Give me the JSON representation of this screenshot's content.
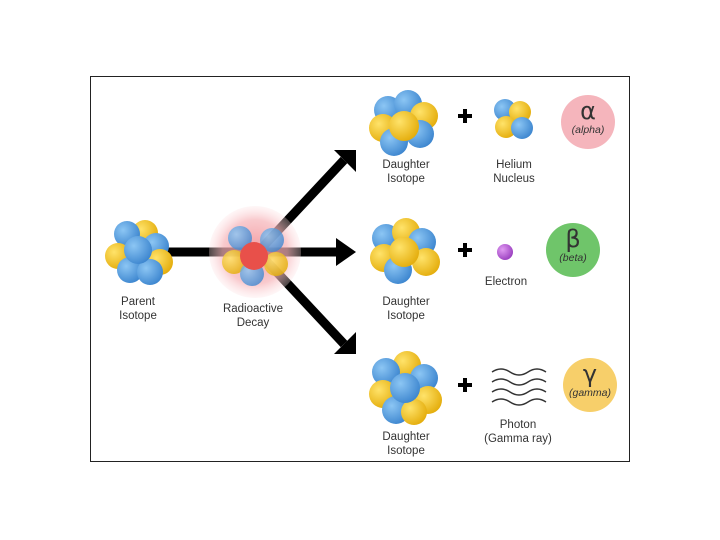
{
  "labels": {
    "parent": "Parent\nIsotope",
    "decay": "Radioactive\nDecay",
    "daughter": "Daughter\nIsotope",
    "helium": "Helium\nNucleus",
    "electron": "Electron",
    "photon": "Photon\n(Gamma ray)"
  },
  "symbols": {
    "alpha": {
      "glyph": "α",
      "name": "(alpha)",
      "color": "#f5b5bc"
    },
    "beta": {
      "glyph": "β",
      "name": "(beta)",
      "color": "#6fc56a"
    },
    "gamma": {
      "glyph": "γ",
      "name": "(gamma)",
      "color": "#f7cf6a"
    }
  },
  "colors": {
    "proton": "#f2c218",
    "neutron": "#5aa6e4",
    "electron": "#b04fd0",
    "arrow": "#000000",
    "decay_glow": "#f4a6aa",
    "decay_core": "#e8504a"
  },
  "icons": {
    "plus": "plus-icon",
    "arrow": "arrow-icon",
    "wave": "wave-icon"
  }
}
